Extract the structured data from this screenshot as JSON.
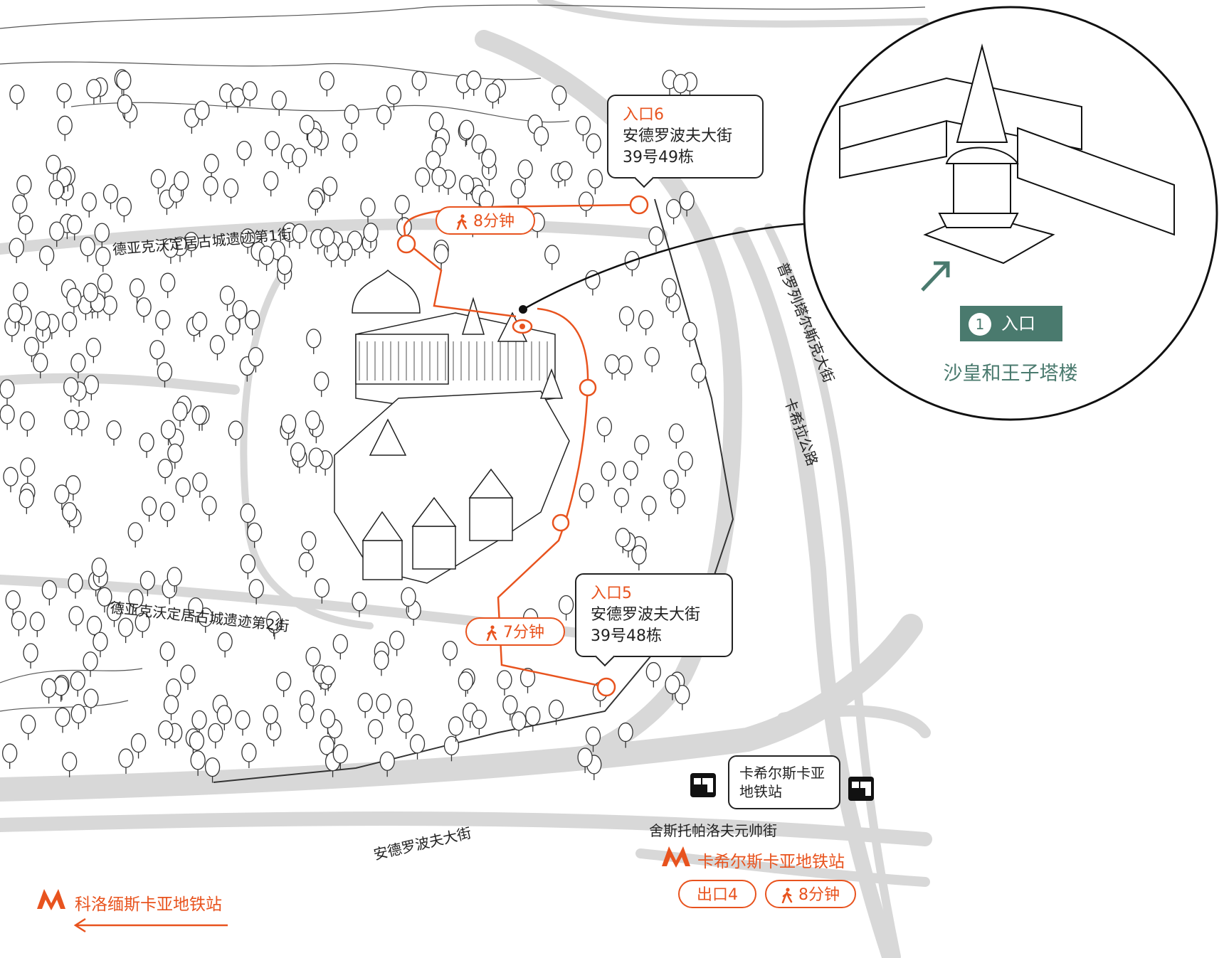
{
  "entrance6": {
    "title": "入口6",
    "line1": "安德罗波夫大街",
    "line2": "39号49栋"
  },
  "entrance5": {
    "title": "入口5",
    "line1": "安德罗波夫大街",
    "line2": "39号48栋"
  },
  "walk_top": "8分钟",
  "walk_bottom": "7分钟",
  "streets": {
    "street1": "德亚克沃定居古城遗迹第1街",
    "street2": "德亚克沃定居古城遗迹第2街",
    "prolet": "普罗列塔尔斯克大街",
    "kashir": "卡希拉公路",
    "andropov": "安德罗波夫大街",
    "shest": "舍斯托帕洛夫元帅街"
  },
  "bus_stop": {
    "line1": "卡希尔斯卡亚",
    "line2": "地铁站"
  },
  "metro_east": {
    "name": "卡希尔斯卡亚地铁站",
    "exit": "出口4",
    "walk": "8分钟"
  },
  "metro_west": {
    "name": "科洛缅斯卡亚地铁站"
  },
  "inset": {
    "badge_number": "1",
    "badge_label": "入口",
    "caption": "沙皇和王子塔楼"
  },
  "colors": {
    "route": "#e8531e",
    "accent_teal": "#4a7a6e",
    "road": "#d8d8d8",
    "ink": "#222222"
  },
  "icons": [
    "walking-person-icon",
    "metro-m-icon",
    "bus-icon",
    "arrow-up-right-icon",
    "left-arrow-icon",
    "entrance-marker-icon"
  ]
}
